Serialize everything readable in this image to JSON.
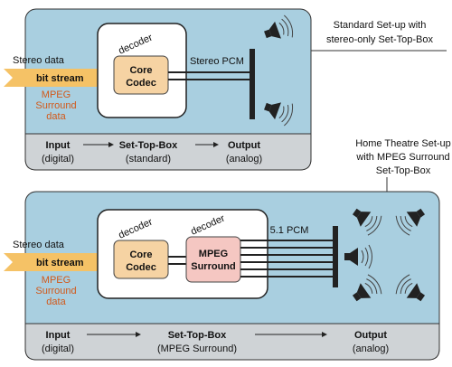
{
  "standard": {
    "caption_line1": "Standard Set-up with",
    "caption_line2": "stereo-only Set-Top-Box",
    "stereo_data": "Stereo data",
    "bit_stream": "bit stream",
    "mpeg_line1": "MPEG",
    "mpeg_line2": "Surround",
    "mpeg_line3": "data",
    "decoder": "decoder",
    "core_line1": "Core",
    "core_line2": "Codec",
    "pcm": "Stereo PCM",
    "input_label": "Input",
    "input_sub": "(digital)",
    "stb_label": "Set-Top-Box",
    "stb_sub": "(standard)",
    "output_label": "Output",
    "output_sub": "(analog)"
  },
  "home": {
    "caption_line1": "Home Theatre Set-up",
    "caption_line2": "with MPEG Surround",
    "caption_line3": "Set-Top-Box",
    "stereo_data": "Stereo data",
    "bit_stream": "bit stream",
    "mpeg_line1": "MPEG",
    "mpeg_line2": "Surround",
    "mpeg_line3": "data",
    "decoder1": "decoder",
    "decoder2": "decoder",
    "core_line1": "Core",
    "core_line2": "Codec",
    "ms_line1": "MPEG",
    "ms_line2": "Surround",
    "pcm": "5.1 PCM",
    "input_label": "Input",
    "input_sub": "(digital)",
    "stb_label": "Set-Top-Box",
    "stb_sub": "(MPEG Surround)",
    "output_label": "Output",
    "output_sub": "(analog)"
  },
  "colors": {
    "panel": "#a9cfe0",
    "strip": "#cfd3d6",
    "stream": "#f5c266",
    "codec": "#f6d3a3",
    "surround": "#f5c7c2",
    "mpeg_text": "#d2591a"
  }
}
